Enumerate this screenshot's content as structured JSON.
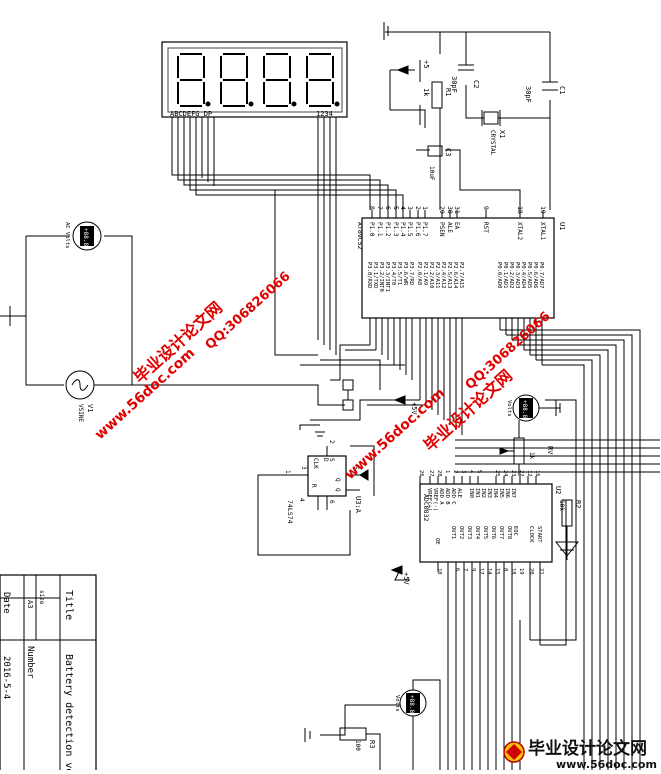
{
  "display": {
    "segment_labels": "ABCDEFG  DP",
    "digit_labels": "1234"
  },
  "mcu": {
    "part": "AT89C52",
    "ref": "U1",
    "pins_left": [
      "P1.0",
      "P1.1",
      "P1.2",
      "P1.3",
      "P1.4",
      "P1.5",
      "P1.6",
      "P1.7"
    ],
    "pins_ctrl": [
      "PSEN",
      "ALE",
      "EA",
      "RST",
      "XTAL2",
      "XTAL1"
    ],
    "pins_p0": [
      "P0.0/AD0",
      "P0.1/AD1",
      "P0.2/AD2",
      "P0.3/AD3",
      "P0.4/AD4",
      "P0.5/AD5",
      "P0.6/AD6",
      "P0.7/AD7"
    ],
    "pins_p2": [
      "P2.0/A8",
      "P2.1/A9",
      "P2.2/A10",
      "P2.3/A11",
      "P2.4/A12",
      "P2.5/A13",
      "P2.6/A14",
      "P2.7/A15"
    ],
    "pins_p3": [
      "P3.0/RXD",
      "P3.1/TXD",
      "P3.2/INT0",
      "P3.3/INT1",
      "P3.4/T0",
      "P3.5/T1",
      "P3.6/WR",
      "P3.7/RD"
    ],
    "pin_numbers_top": [
      "8",
      "7",
      "6",
      "5",
      "4",
      "3",
      "2",
      "1",
      "29",
      "30",
      "31",
      "9",
      "18",
      "19"
    ]
  },
  "adc": {
    "part": "ADC0832",
    "inputs": [
      "IN0",
      "IN1",
      "IN2",
      "IN3",
      "IN4",
      "IN5",
      "IN6",
      "IN7"
    ],
    "addr": [
      "ADD A",
      "ADD B",
      "ADD C",
      "ALE",
      "VREF(+)",
      "VREF(-)"
    ],
    "outs": [
      "OUT1",
      "OUT2",
      "OUT3",
      "OUT4",
      "OUT5",
      "OUT6",
      "OUT7",
      "OUT8"
    ],
    "ctrl": [
      "CLOCK",
      "START",
      "EOC",
      "OE"
    ],
    "pin_numbers": [
      "26",
      "27",
      "28",
      "1",
      "2",
      "3",
      "4",
      "5",
      "25",
      "24",
      "23",
      "22",
      "12",
      "16",
      "10",
      "6",
      "7",
      "9",
      "17",
      "14",
      "15",
      "8",
      "18",
      "19",
      "20",
      "21"
    ],
    "ref": "U2"
  },
  "flipflop": {
    "part": "74LS74",
    "ref": "U3:A",
    "pins": [
      "D",
      "CLK",
      "Q",
      "Q",
      "R",
      "S"
    ],
    "pin_numbers": [
      "2",
      "3",
      "5",
      "6",
      "1",
      "4"
    ]
  },
  "components": {
    "c1": {
      "ref": "C1",
      "value": "30pF"
    },
    "c2": {
      "ref": "C2",
      "value": "30pF"
    },
    "c3": {
      "ref": "C3",
      "value": "10uF"
    },
    "r1": {
      "ref": "R1",
      "value": "1k"
    },
    "r2": {
      "ref": "R2",
      "value": "10k"
    },
    "r3": {
      "ref": "R3",
      "value": "100"
    },
    "rv": {
      "ref": "RV",
      "value": "1k"
    },
    "x1": {
      "ref": "X1",
      "value": "CRYSTAL"
    },
    "v1": {
      "ref": "V1",
      "value": "VSINE"
    },
    "meter1": {
      "value": "+88.8",
      "unit": "AC Volts"
    },
    "meter2": {
      "value": "+88.8",
      "unit": "Volts"
    },
    "meter3": {
      "value": "+88.8",
      "unit": "Volts"
    },
    "power": [
      "+5",
      "+5V",
      "+5V"
    ]
  },
  "title_block": {
    "title_label": "Title",
    "title_value": "Battery detection volt",
    "size_label": "size",
    "size_value": "A3",
    "number_label": "Number",
    "date_label": "Date",
    "date_value": "2016-5-4"
  },
  "watermarks": {
    "cn": "毕业设计论文网",
    "url": "www.56doc.com",
    "qq": "QQ:306826066",
    "footer_cn": "毕业设计论文网",
    "footer_url": "www.56doc.com"
  }
}
